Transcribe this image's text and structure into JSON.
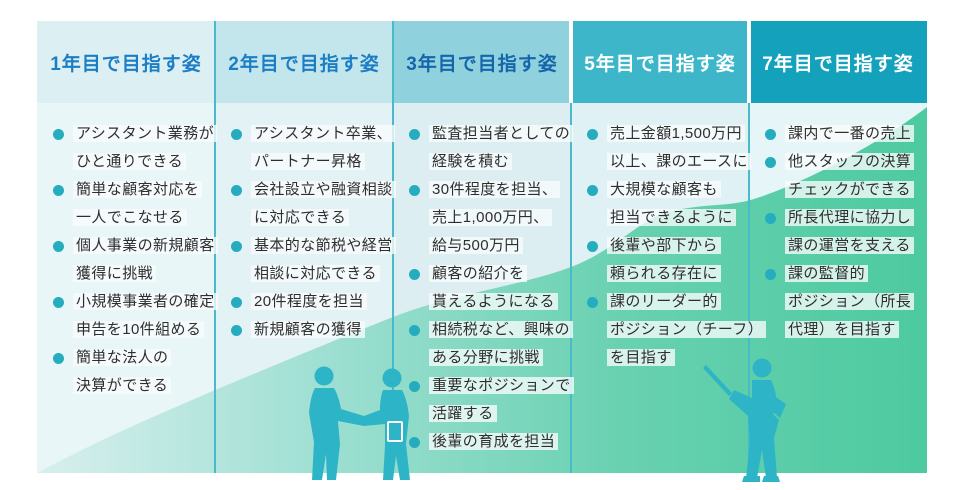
{
  "diagram": {
    "type": "career-roadmap",
    "columns": [
      {
        "header": "1年目で目指す姿",
        "header_bg": "#dceff3",
        "header_text_color": "#1b7ec5",
        "body_bg": "#e9f6f8",
        "goals": [
          [
            "アシスタント業務が",
            "ひと通りできる"
          ],
          [
            "簡単な顧客対応を",
            "一人でこなせる"
          ],
          [
            "個人事業の新規顧客",
            "獲得に挑戦"
          ],
          [
            "小規模事業者の確定",
            "申告を10件組める"
          ],
          [
            "簡単な法人の",
            "決算ができる"
          ]
        ]
      },
      {
        "header": "2年目で目指す姿",
        "header_bg": "#c3e6ec",
        "header_text_color": "#1b7ec5",
        "body_bg": "#e2f2f5",
        "goals": [
          [
            "アシスタント卒業、",
            "パートナー昇格"
          ],
          [
            "会社設立や融資相談",
            "に対応できる"
          ],
          [
            "基本的な節税や経営",
            "相談に対応できる"
          ],
          [
            "20件程度を担当"
          ],
          [
            "新規顧客の獲得"
          ]
        ]
      },
      {
        "header": "3年目で目指す姿",
        "header_bg": "#8fd2dd",
        "header_text_color": "#1565ab",
        "body_bg": "#dceef2",
        "goals": [
          [
            "監査担当者としての",
            "経験を積む"
          ],
          [
            "30件程度を担当、",
            "売上1,000万円、",
            "給与500万円"
          ],
          [
            "顧客の紹介を",
            "貰えるようになる"
          ],
          [
            "相続税など、興味の",
            "ある分野に挑戦"
          ],
          [
            "重要なポジションで",
            "活躍する"
          ],
          [
            "後輩の育成を担当"
          ]
        ]
      },
      {
        "header": "5年目で目指す姿",
        "header_bg": "#3eb6c9",
        "header_text_color": "#ffffff",
        "body_bg": "#dff1f4",
        "goals": [
          [
            "売上金額1,500万円",
            "以上、課のエースに"
          ],
          [
            "大規模な顧客も",
            "担当できるように"
          ],
          [
            "後輩や部下から",
            "頼られる存在に"
          ],
          [
            "課のリーダー的",
            "ポジション（チーフ）",
            "を目指す"
          ]
        ]
      },
      {
        "header": "7年目で目指す姿",
        "header_bg": "#14a1bc",
        "header_text_color": "#ffffff",
        "body_bg": "#e6f5f7",
        "goals": [
          [
            "課内で一番の売上"
          ],
          [
            "他スタッフの決算",
            "チェックができる"
          ],
          [
            "所長代理に協力し",
            "課の運営を支える"
          ],
          [
            "課の監督的",
            "ポジション（所長",
            "代理）を目指す"
          ]
        ]
      }
    ],
    "style": {
      "bullet_color": "#25adbf",
      "text_color": "#2e2e2e",
      "separator_color": "#49bac9",
      "figure_color": "#2eb4c7",
      "swoosh_gradient": [
        "#d8efee",
        "#9ddfd2",
        "#68d1b0",
        "#4dcaa0"
      ]
    },
    "icons": [
      "bullet-icon",
      "handshake-silhouette",
      "presenter-silhouette",
      "growth-swoosh"
    ]
  }
}
